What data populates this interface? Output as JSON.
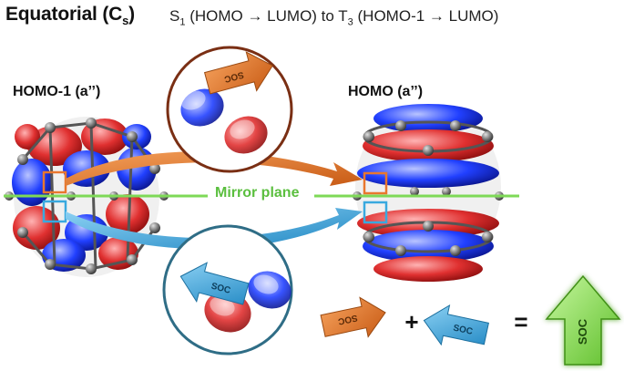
{
  "header": {
    "title_main": "Equatorial (C",
    "title_sub": "s",
    "title_close": ")",
    "transition_s": "S",
    "transition_s_sub": "1",
    "transition_mid": " (HOMO → LUMO) to T",
    "transition_t_sub": "3",
    "transition_end": " (HOMO-1 → LUMO)"
  },
  "orbitals": {
    "left_label": "HOMO-1 (a’’)",
    "right_label": "HOMO (a’’)"
  },
  "mirror_plane_label": "Mirror plane",
  "arrows": {
    "soc_text": "SOC",
    "plus": "+",
    "equals": "="
  },
  "colors": {
    "lobe_red": "#d62828",
    "lobe_blue": "#1f3ee8",
    "mirror_green": "#7ed957",
    "arrow_orange": "#e9772e",
    "arrow_cyan": "#39a9df",
    "arrow_green": "#8be05a",
    "circle_brown": "#7a2f14",
    "circle_teal": "#2f6d86"
  }
}
